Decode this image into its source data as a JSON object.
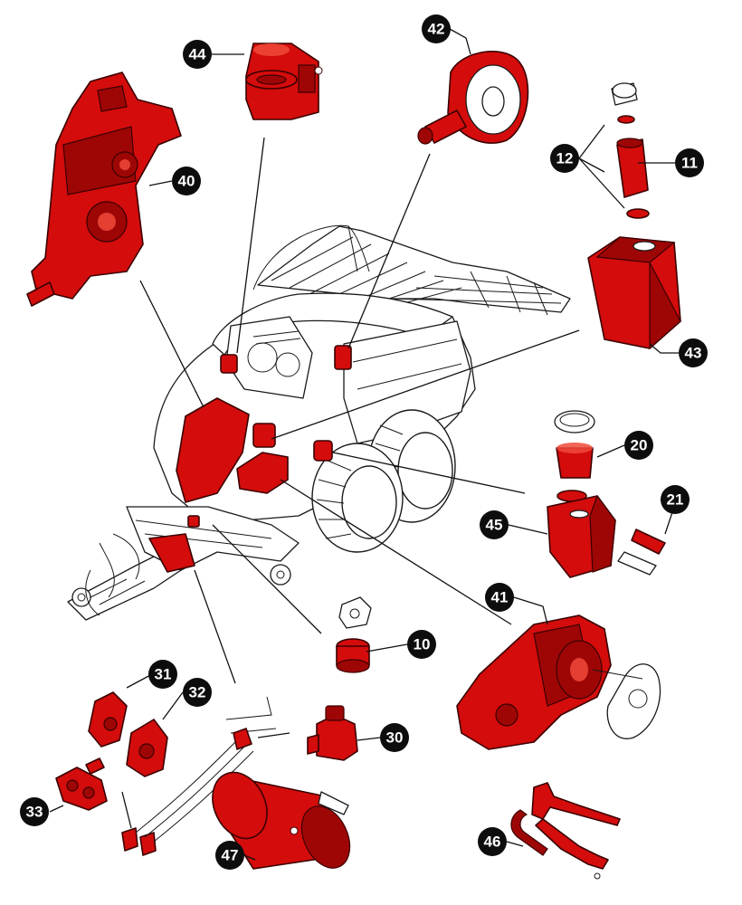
{
  "callouts": [
    {
      "id": "44",
      "label": "44"
    },
    {
      "id": "42",
      "label": "42"
    },
    {
      "id": "12",
      "label": "12"
    },
    {
      "id": "11",
      "label": "11"
    },
    {
      "id": "40",
      "label": "40"
    },
    {
      "id": "43",
      "label": "43"
    },
    {
      "id": "20",
      "label": "20"
    },
    {
      "id": "21",
      "label": "21"
    },
    {
      "id": "45",
      "label": "45"
    },
    {
      "id": "41",
      "label": "41"
    },
    {
      "id": "10",
      "label": "10"
    },
    {
      "id": "31",
      "label": "31"
    },
    {
      "id": "32",
      "label": "32"
    },
    {
      "id": "30",
      "label": "30"
    },
    {
      "id": "33",
      "label": "33"
    },
    {
      "id": "47",
      "label": "47"
    },
    {
      "id": "46",
      "label": "46"
    }
  ],
  "colors": {
    "highlight": "#d40c0c",
    "callout_fill": "#0d0d0d",
    "callout_text": "#ffffff",
    "linework": "#1a1a1a"
  }
}
